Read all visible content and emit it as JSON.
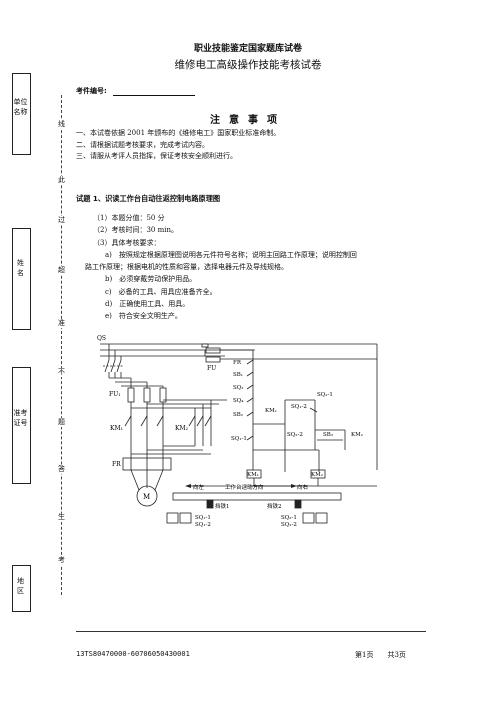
{
  "side": {
    "unit": "单位名称",
    "name": "姓　名",
    "cert": "准考证号",
    "region": "地　区",
    "seal_chars": [
      "线",
      "此",
      "过",
      "超",
      "准",
      "不",
      "题",
      "答",
      "生",
      "考"
    ]
  },
  "header": {
    "title1": "职业技能鉴定国家题库试卷",
    "title2": "维修电工高级操作技能考核试卷",
    "code_label": "考件编号:"
  },
  "notice": {
    "title": "注意事项",
    "items": [
      "一、本试卷依据 2001 年颁布的《维修电工》国家职业标准命制。",
      "二、请根据试题考核要求，完成考试内容。",
      "三、请服从考评人员指挥，保证考核安全顺利进行。"
    ]
  },
  "question": {
    "title": "试题 1、识读工作台自动往返控制电路原理图",
    "score": "（1）本题分值：50 分",
    "time": "（2）考核时间：30 min。",
    "req": "（3）具体考核要求：",
    "a1": "a)　按照规定根据原理图说明各元件符号名称；说明主回路工作原理；说明控制回",
    "a2": "路工作原理；根据电机的性质和容量，选择电器元件及导线规格。",
    "b": "b)　必须穿戴劳动保护用品。",
    "c": "c)　必备的工具、用具应准备齐全。",
    "d": "d)　正确使用工具、用具。",
    "e": "e)　符合安全文明生产。"
  },
  "diagram": {
    "labels": {
      "qs": "QS",
      "fu1": "FU₁",
      "fu": "FU",
      "km1_main": "KM₁",
      "km2_main": "KM₂",
      "fr": "FR",
      "motor": "M",
      "fr_c": "FR",
      "sb1": "SB₁",
      "sq3": "SQ₃",
      "sq4": "SQ₄",
      "sb2": "SB₂",
      "sq11": "SQ₁-1",
      "km1_c": "KM₁",
      "sq21": "SQ₂-1",
      "sq12": "SQ₁-2",
      "sq22": "SQ₂-2",
      "sb3": "SB₃",
      "km2_c": "KM₂",
      "km1_coil": "KM₁",
      "km2_coil": "KM₂",
      "left": "向左",
      "dir": "工作台运动方向",
      "right": "向右",
      "stop1": "挡铁1",
      "stop2": "挡铁2",
      "lsq11": "SQ₁-1",
      "lsq12": "SQ₁-2",
      "lsq21": "SQ₂-1",
      "lsq22": "SQ₂-2"
    }
  },
  "footer": {
    "code": "13TS80470000-60706050430001",
    "page": "第1页　　共3页"
  }
}
